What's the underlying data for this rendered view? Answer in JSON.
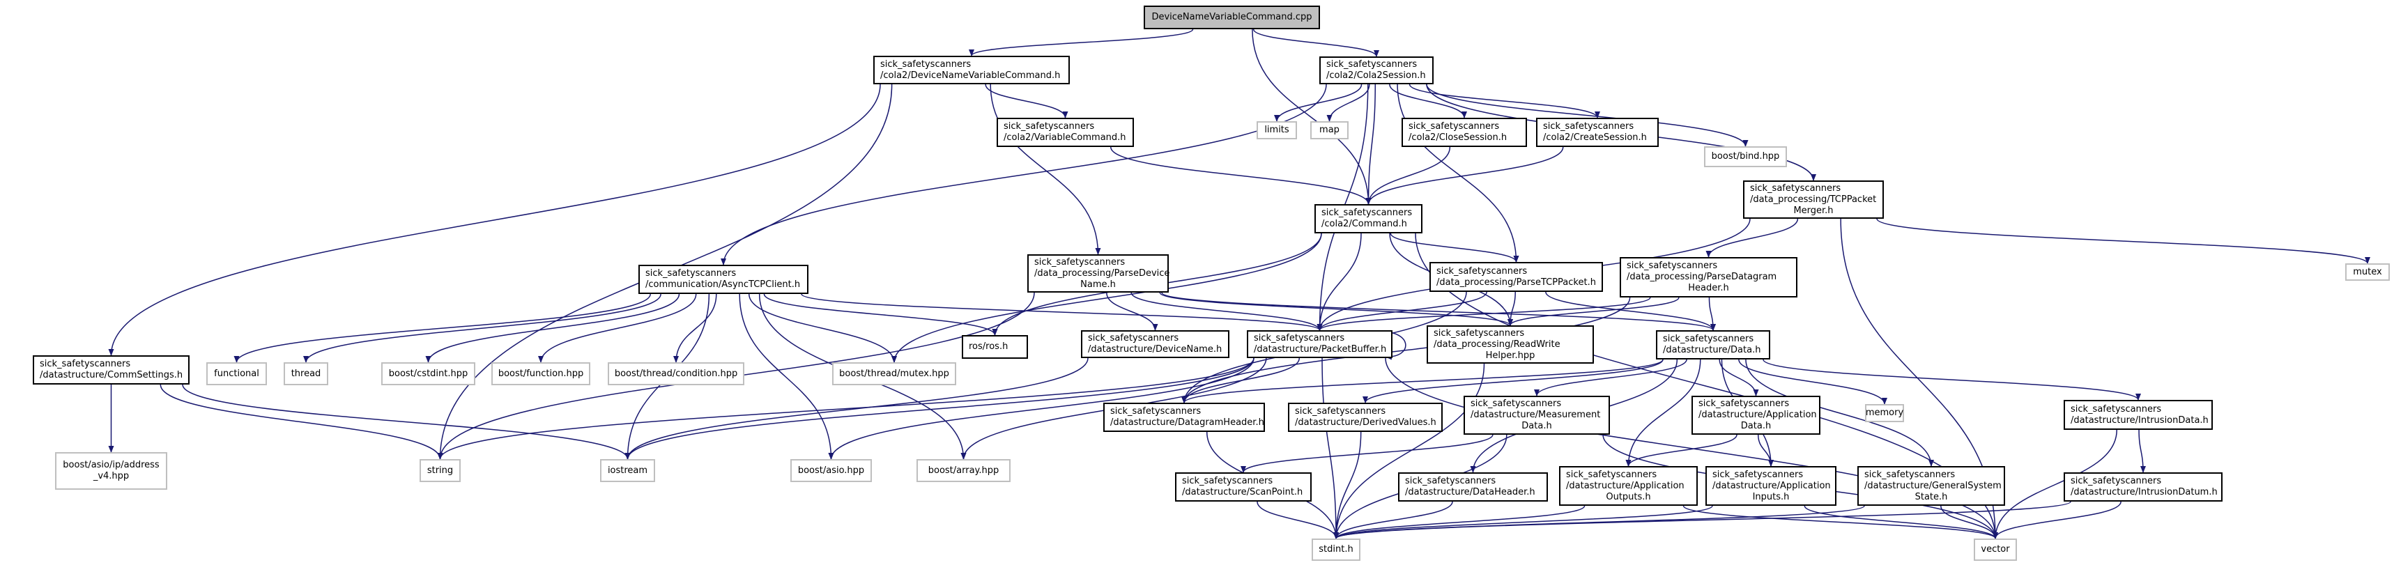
{
  "title": "DeviceNameVariableCommand.cpp",
  "colors": {
    "edge": "#191970",
    "node_border": "#000000",
    "external_border": "#bfbfbf",
    "root_fill": "#bfbfbf"
  },
  "nodes": [
    {
      "id": "root",
      "kind": "root",
      "lines": [
        "DeviceNameVariableCommand.cpp"
      ]
    },
    {
      "id": "dnvc",
      "kind": "local",
      "lines": [
        "sick_safetyscanners",
        "/cola2/DeviceNameVariableCommand.h"
      ]
    },
    {
      "id": "cola2session",
      "kind": "local",
      "lines": [
        "sick_safetyscanners",
        "/cola2/Cola2Session.h"
      ]
    },
    {
      "id": "varcmd",
      "kind": "local",
      "lines": [
        "sick_safetyscanners",
        "/cola2/VariableCommand.h"
      ]
    },
    {
      "id": "limits",
      "kind": "ext",
      "lines": [
        "limits"
      ]
    },
    {
      "id": "map",
      "kind": "ext",
      "lines": [
        "map"
      ]
    },
    {
      "id": "closesession",
      "kind": "local",
      "lines": [
        "sick_safetyscanners",
        "/cola2/CloseSession.h"
      ]
    },
    {
      "id": "createsession",
      "kind": "local",
      "lines": [
        "sick_safetyscanners",
        "/cola2/CreateSession.h"
      ]
    },
    {
      "id": "bind",
      "kind": "ext",
      "lines": [
        "boost/bind.hpp"
      ]
    },
    {
      "id": "command",
      "kind": "local",
      "lines": [
        "sick_safetyscanners",
        "/cola2/Command.h"
      ]
    },
    {
      "id": "tcpmerger",
      "kind": "local",
      "lines": [
        "sick_safetyscanners",
        "/data_processing/TCPPacket",
        "Merger.h"
      ]
    },
    {
      "id": "asynctcp",
      "kind": "local",
      "lines": [
        "sick_safetyscanners",
        "/communication/AsyncTCPClient.h"
      ]
    },
    {
      "id": "parsedevname",
      "kind": "local",
      "lines": [
        "sick_safetyscanners",
        "/data_processing/ParseDevice",
        "Name.h"
      ]
    },
    {
      "id": "parsetcp",
      "kind": "local",
      "lines": [
        "sick_safetyscanners",
        "/data_processing/ParseTCPPacket.h"
      ]
    },
    {
      "id": "parsedgh",
      "kind": "local",
      "lines": [
        "sick_safetyscanners",
        "/data_processing/ParseDatagram",
        "Header.h"
      ]
    },
    {
      "id": "mutex",
      "kind": "ext",
      "lines": [
        "mutex"
      ]
    },
    {
      "id": "commsettings",
      "kind": "local",
      "lines": [
        "sick_safetyscanners",
        "/datastructure/CommSettings.h"
      ]
    },
    {
      "id": "functional",
      "kind": "ext",
      "lines": [
        "functional"
      ]
    },
    {
      "id": "thread",
      "kind": "ext",
      "lines": [
        "thread"
      ]
    },
    {
      "id": "cstdint",
      "kind": "ext",
      "lines": [
        "boost/cstdint.hpp"
      ]
    },
    {
      "id": "function",
      "kind": "ext",
      "lines": [
        "boost/function.hpp"
      ]
    },
    {
      "id": "condition",
      "kind": "ext",
      "lines": [
        "boost/thread/condition.hpp"
      ]
    },
    {
      "id": "tmutex",
      "kind": "ext",
      "lines": [
        "boost/thread/mutex.hpp"
      ]
    },
    {
      "id": "ros",
      "kind": "local",
      "lines": [
        "ros/ros.h"
      ]
    },
    {
      "id": "devicename",
      "kind": "local",
      "lines": [
        "sick_safetyscanners",
        "/datastructure/DeviceName.h"
      ]
    },
    {
      "id": "packetbuffer",
      "kind": "local",
      "lines": [
        "sick_safetyscanners",
        "/datastructure/PacketBuffer.h"
      ]
    },
    {
      "id": "rwhelper",
      "kind": "local",
      "lines": [
        "sick_safetyscanners",
        "/data_processing/ReadWrite",
        "Helper.hpp"
      ]
    },
    {
      "id": "data",
      "kind": "local",
      "lines": [
        "sick_safetyscanners",
        "/datastructure/Data.h"
      ]
    },
    {
      "id": "memory",
      "kind": "ext",
      "lines": [
        "memory"
      ]
    },
    {
      "id": "intrusiondata",
      "kind": "local",
      "lines": [
        "sick_safetyscanners",
        "/datastructure/IntrusionData.h"
      ]
    },
    {
      "id": "addressv4",
      "kind": "ext",
      "lines": [
        "boost/asio/ip/address",
        "_v4.hpp"
      ]
    },
    {
      "id": "string",
      "kind": "ext",
      "lines": [
        "string"
      ]
    },
    {
      "id": "iostream",
      "kind": "ext",
      "lines": [
        "iostream"
      ]
    },
    {
      "id": "asio",
      "kind": "ext",
      "lines": [
        "boost/asio.hpp"
      ]
    },
    {
      "id": "array",
      "kind": "ext",
      "lines": [
        "boost/array.hpp"
      ]
    },
    {
      "id": "datagramheader",
      "kind": "local",
      "lines": [
        "sick_safetyscanners",
        "/datastructure/DatagramHeader.h"
      ]
    },
    {
      "id": "derivedvalues",
      "kind": "local",
      "lines": [
        "sick_safetyscanners",
        "/datastructure/DerivedValues.h"
      ]
    },
    {
      "id": "measurement",
      "kind": "local",
      "lines": [
        "sick_safetyscanners",
        "/datastructure/Measurement",
        "Data.h"
      ]
    },
    {
      "id": "appdata",
      "kind": "local",
      "lines": [
        "sick_safetyscanners",
        "/datastructure/Application",
        "Data.h"
      ]
    },
    {
      "id": "scanpoint",
      "kind": "local",
      "lines": [
        "sick_safetyscanners",
        "/datastructure/ScanPoint.h"
      ]
    },
    {
      "id": "dataheader",
      "kind": "local",
      "lines": [
        "sick_safetyscanners",
        "/datastructure/DataHeader.h"
      ]
    },
    {
      "id": "appoutputs",
      "kind": "local",
      "lines": [
        "sick_safetyscanners",
        "/datastructure/Application",
        "Outputs.h"
      ]
    },
    {
      "id": "appinputs",
      "kind": "local",
      "lines": [
        "sick_safetyscanners",
        "/datastructure/Application",
        "Inputs.h"
      ]
    },
    {
      "id": "gss",
      "kind": "local",
      "lines": [
        "sick_safetyscanners",
        "/datastructure/GeneralSystem",
        "State.h"
      ]
    },
    {
      "id": "intrusiondatum",
      "kind": "local",
      "lines": [
        "sick_safetyscanners",
        "/datastructure/IntrusionDatum.h"
      ]
    },
    {
      "id": "stdint",
      "kind": "ext",
      "lines": [
        "stdint.h"
      ]
    },
    {
      "id": "vector",
      "kind": "ext",
      "lines": [
        "vector"
      ]
    }
  ],
  "edges": [
    [
      "root",
      "dnvc"
    ],
    [
      "root",
      "cola2session"
    ],
    [
      "root",
      "command"
    ],
    [
      "dnvc",
      "varcmd"
    ],
    [
      "dnvc",
      "parsedevname"
    ],
    [
      "dnvc",
      "commsettings"
    ],
    [
      "dnvc",
      "string"
    ],
    [
      "cola2session",
      "limits"
    ],
    [
      "cola2session",
      "map"
    ],
    [
      "cola2session",
      "closesession"
    ],
    [
      "cola2session",
      "createsession"
    ],
    [
      "cola2session",
      "bind"
    ],
    [
      "cola2session",
      "command"
    ],
    [
      "cola2session",
      "tcpmerger"
    ],
    [
      "cola2session",
      "asynctcp"
    ],
    [
      "cola2session",
      "packetbuffer"
    ],
    [
      "cola2session",
      "parsetcp"
    ],
    [
      "varcmd",
      "command"
    ],
    [
      "closesession",
      "command"
    ],
    [
      "createsession",
      "command"
    ],
    [
      "command",
      "ros"
    ],
    [
      "command",
      "tmutex"
    ],
    [
      "command",
      "packetbuffer"
    ],
    [
      "command",
      "rwhelper"
    ],
    [
      "command",
      "parsetcp"
    ],
    [
      "command",
      "vector"
    ],
    [
      "tcpmerger",
      "mutex"
    ],
    [
      "tcpmerger",
      "parsedgh"
    ],
    [
      "tcpmerger",
      "packetbuffer"
    ],
    [
      "tcpmerger",
      "vector"
    ],
    [
      "asynctcp",
      "functional"
    ],
    [
      "asynctcp",
      "thread"
    ],
    [
      "asynctcp",
      "cstdint"
    ],
    [
      "asynctcp",
      "function"
    ],
    [
      "asynctcp",
      "condition"
    ],
    [
      "asynctcp",
      "tmutex"
    ],
    [
      "asynctcp",
      "ros"
    ],
    [
      "asynctcp",
      "packetbuffer"
    ],
    [
      "asynctcp",
      "iostream"
    ],
    [
      "asynctcp",
      "asio"
    ],
    [
      "asynctcp",
      "array"
    ],
    [
      "parsedevname",
      "devicename"
    ],
    [
      "parsedevname",
      "packetbuffer"
    ],
    [
      "parsedevname",
      "rwhelper"
    ],
    [
      "parsedevname",
      "data"
    ],
    [
      "parsedevname",
      "string"
    ],
    [
      "parsetcp",
      "packetbuffer"
    ],
    [
      "parsetcp",
      "rwhelper"
    ],
    [
      "parsetcp",
      "data"
    ],
    [
      "parsetcp",
      "datagramheader"
    ],
    [
      "parsedgh",
      "packetbuffer"
    ],
    [
      "parsedgh",
      "rwhelper"
    ],
    [
      "parsedgh",
      "data"
    ],
    [
      "parsedgh",
      "datagramheader"
    ],
    [
      "commsettings",
      "addressv4"
    ],
    [
      "commsettings",
      "string"
    ],
    [
      "commsettings",
      "iostream"
    ],
    [
      "devicename",
      "iostream"
    ],
    [
      "packetbuffer",
      "packetbuffer"
    ],
    [
      "packetbuffer",
      "datagramheader"
    ],
    [
      "packetbuffer",
      "string"
    ],
    [
      "packetbuffer",
      "iostream"
    ],
    [
      "packetbuffer",
      "asio"
    ],
    [
      "packetbuffer",
      "array"
    ],
    [
      "packetbuffer",
      "stdint"
    ],
    [
      "packetbuffer",
      "vector"
    ],
    [
      "rwhelper",
      "stdint"
    ],
    [
      "data",
      "datagramheader"
    ],
    [
      "data",
      "derivedvalues"
    ],
    [
      "data",
      "measurement"
    ],
    [
      "data",
      "appdata"
    ],
    [
      "data",
      "memory"
    ],
    [
      "data",
      "intrusiondata"
    ],
    [
      "data",
      "dataheader"
    ],
    [
      "data",
      "appoutputs"
    ],
    [
      "data",
      "appinputs"
    ],
    [
      "data",
      "gss"
    ],
    [
      "intrusiondata",
      "intrusiondatum"
    ],
    [
      "intrusiondata",
      "vector"
    ],
    [
      "datagramheader",
      "stdint"
    ],
    [
      "derivedvalues",
      "stdint"
    ],
    [
      "measurement",
      "scanpoint"
    ],
    [
      "measurement",
      "stdint"
    ],
    [
      "measurement",
      "vector"
    ],
    [
      "appdata",
      "appoutputs"
    ],
    [
      "appdata",
      "appinputs"
    ],
    [
      "scanpoint",
      "stdint"
    ],
    [
      "dataheader",
      "stdint"
    ],
    [
      "appoutputs",
      "stdint"
    ],
    [
      "appoutputs",
      "vector"
    ],
    [
      "appinputs",
      "stdint"
    ],
    [
      "appinputs",
      "vector"
    ],
    [
      "gss",
      "stdint"
    ],
    [
      "gss",
      "vector"
    ],
    [
      "intrusiondatum",
      "stdint"
    ],
    [
      "intrusiondatum",
      "vector"
    ]
  ]
}
